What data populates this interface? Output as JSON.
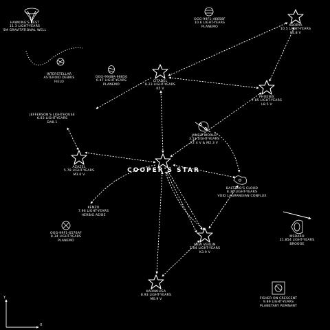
{
  "map": {
    "home_system": "COOPER'S STAR",
    "systems": [
      {
        "id": "citadel",
        "name": "CITADEL",
        "lines": [
          "8.23 LIGHT-YEARS",
          "K5 V"
        ]
      },
      {
        "id": "aborya",
        "name": "ABORYA",
        "lines": [
          "10.5 LIGHT-YEARS",
          "F4.8 V"
        ]
      },
      {
        "id": "phoenix",
        "name": "PHOENIX",
        "lines": [
          "7.85 LIGHT-YEARS",
          "L8.5 V"
        ]
      },
      {
        "id": "janes",
        "name": "JANE'S WORLD",
        "lines": [
          "3.52 LIGHT-YEARS",
          "K7.4 V & M2.3 V"
        ]
      },
      {
        "id": "jefferson",
        "name": "JEFFERSON'S LIGHTHOUSE",
        "lines": [
          "6.83 LIGHT-YEARS",
          "DA8.1"
        ]
      },
      {
        "id": "azazel",
        "name": "AZAZEL",
        "lines": [
          "5.78 LIGHT-YEARS",
          "M3.6 V"
        ]
      },
      {
        "id": "baltzo",
        "name": "BALTZOO'S CLOUD",
        "lines": [
          "8.36 LIGHT-YEARS",
          "VOID LAGRANGIAN CONFLUX"
        ]
      },
      {
        "id": "verlin",
        "name": "NEW VERLIN",
        "lines": [
          "7.04 LIGHT-YEARS",
          "K3.9 V"
        ]
      },
      {
        "id": "karakilisa",
        "name": "KARAKILISA",
        "lines": [
          "8.93 LIGHT-YEARS",
          "M0.9 V"
        ]
      },
      {
        "id": "kenzo",
        "name": "KENZO",
        "lines": [
          "7.96 LIGHT-YEARS",
          "HERBIG AE/BE"
        ]
      }
    ],
    "landmarks": [
      {
        "id": "hawking",
        "name": "HAWKING'S REST",
        "lines": [
          "11.3 LIGHT-YEARS",
          "5M GRAVITATIONAL WELL"
        ]
      },
      {
        "id": "debris",
        "name": "INTERSTELLAR",
        "lines": [
          "ASTEROID DEBRIS",
          "FIELD"
        ]
      },
      {
        "id": "planemo1",
        "name": "OGG-9948A-96850",
        "lines": [
          "6.47 LIGHT-YEARS",
          "PLANEMO"
        ]
      },
      {
        "id": "planemo2",
        "name": "OGG-99F1-46658F",
        "lines": [
          "10.6 LIGHT-YEARS",
          "PLANEMO"
        ]
      },
      {
        "id": "planemo3",
        "name": "OGG-99F1-6576AF",
        "lines": [
          "8.34 LIGHT-YEARS",
          "PLANEMO"
        ]
      },
      {
        "id": "msdard",
        "name": "MSDARD",
        "lines": [
          "21.854 LIGHT-YEARS",
          "BROOOE"
        ]
      },
      {
        "id": "fisher",
        "name": "FISHER ON CRESCENT",
        "lines": [
          "9.89 LIGHT-YEARS",
          "PLANETARY REMNANT"
        ]
      }
    ],
    "axes": {
      "x": "X",
      "y": "Y"
    }
  }
}
